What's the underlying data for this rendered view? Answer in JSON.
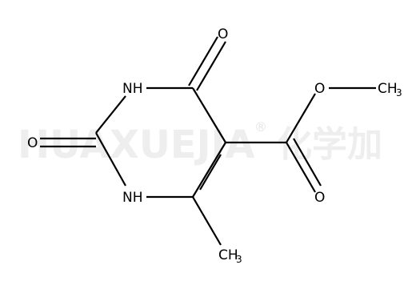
{
  "watermark": {
    "latin": "HUAXUEJIA",
    "registered": "®",
    "chinese": "化学加"
  },
  "atoms": {
    "o_top": "O",
    "nh_upper": "NH",
    "o_left": "O",
    "nh_lower": "NH",
    "o_ester_single": "O",
    "o_ester_double": "O",
    "ch3_ester": "CH",
    "ch3_ester_sub": "3",
    "ch3_ring": "CH",
    "ch3_ring_sub": "3"
  }
}
